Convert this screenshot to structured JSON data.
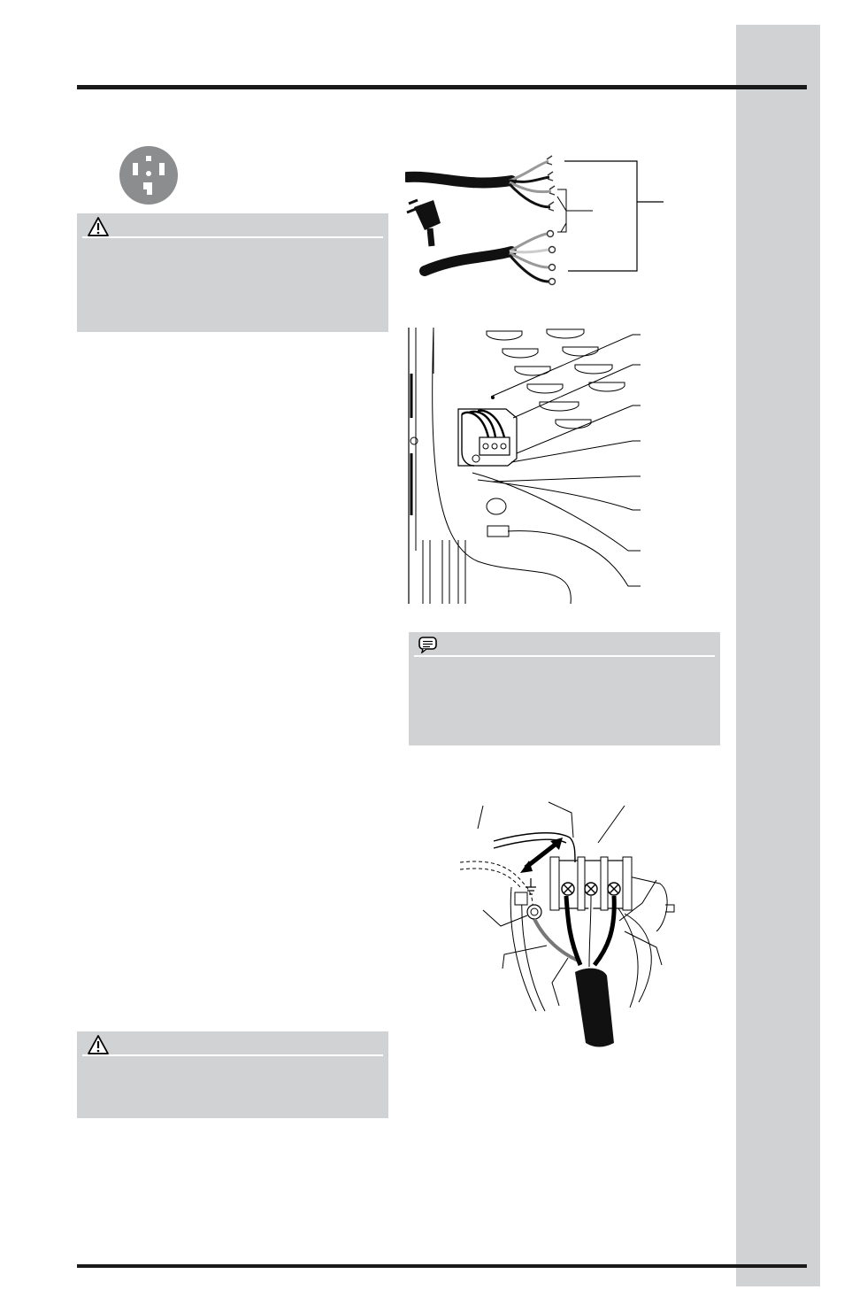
{
  "page": {
    "side_tab": {},
    "icons": {
      "outlet_4_prong": "4-prong-outlet-icon",
      "warning_top": "warning-triangle-icon",
      "warning_bottom": "warning-triangle-icon",
      "note": "note-speech-icon"
    },
    "figures": {
      "power_cords": "power-cord-wiring-diagram",
      "terminal_block_location": "terminal-block-location-diagram",
      "cord_connection_detail": "cord-connection-detail-diagram"
    },
    "colors": {
      "panel_gray": "#d1d2d4",
      "rule_black": "#1a1a1a",
      "outlet_gray": "#8c8d8f"
    }
  }
}
